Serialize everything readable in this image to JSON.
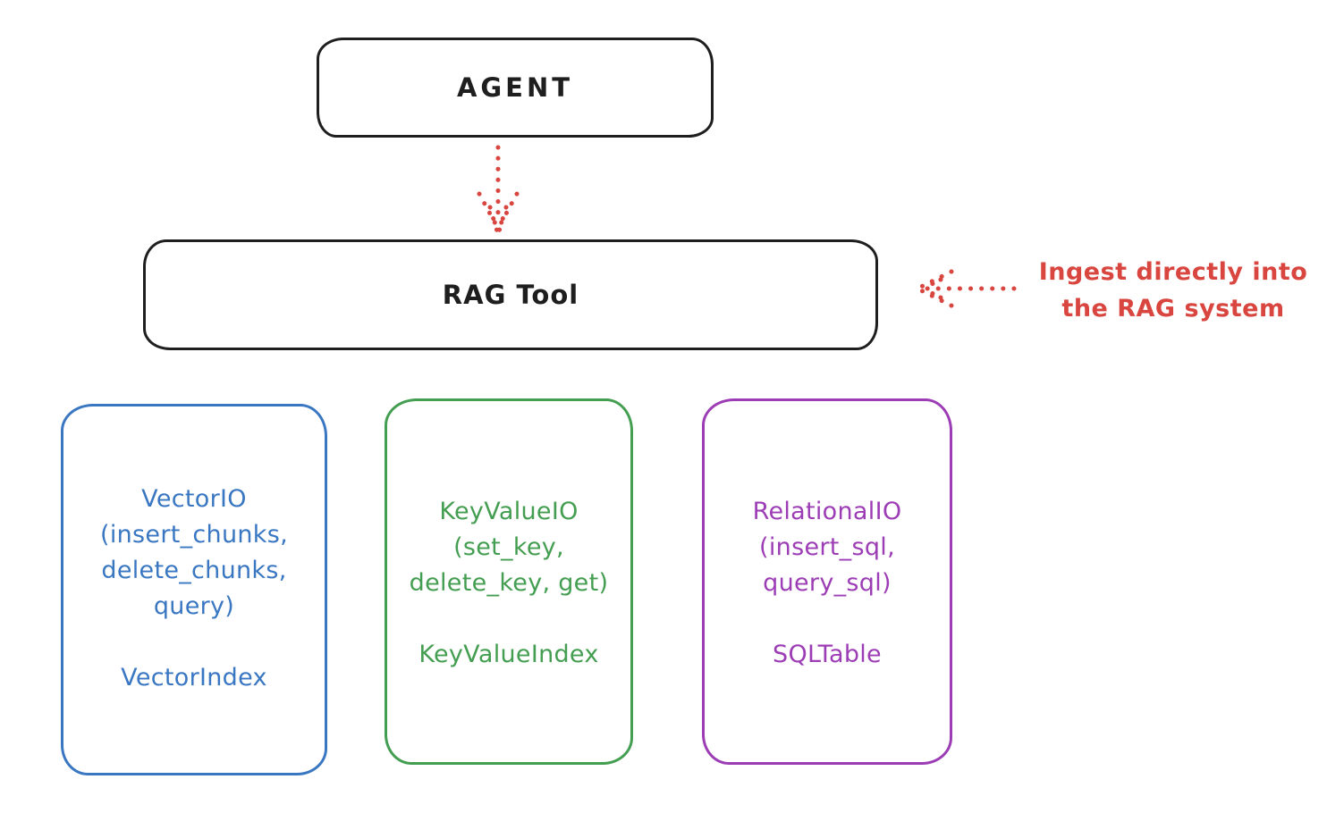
{
  "diagram": {
    "colors": {
      "black": "#1e1e1e",
      "red": "#d9453f",
      "blue": "#3a77c2",
      "green": "#449e51",
      "purple": "#9c3db5"
    },
    "agent": {
      "label": "AGENT"
    },
    "rag_tool": {
      "label": "RAG Tool"
    },
    "annotation": {
      "line1": "Ingest directly into",
      "line2": "the RAG system"
    },
    "storage_boxes": [
      {
        "id": "vector-io",
        "color": "#3a77c2",
        "lines": [
          "VectorIO",
          "(insert_chunks,",
          "delete_chunks,",
          "query)"
        ],
        "index_label": "VectorIndex"
      },
      {
        "id": "key-value-io",
        "color": "#449e51",
        "lines": [
          "KeyValueIO",
          "(set_key,",
          "delete_key, get)"
        ],
        "index_label": "KeyValueIndex"
      },
      {
        "id": "relational-io",
        "color": "#9c3db5",
        "lines": [
          "RelationalIO",
          "(insert_sql,",
          "query_sql)"
        ],
        "index_label": "SQLTable"
      }
    ]
  }
}
